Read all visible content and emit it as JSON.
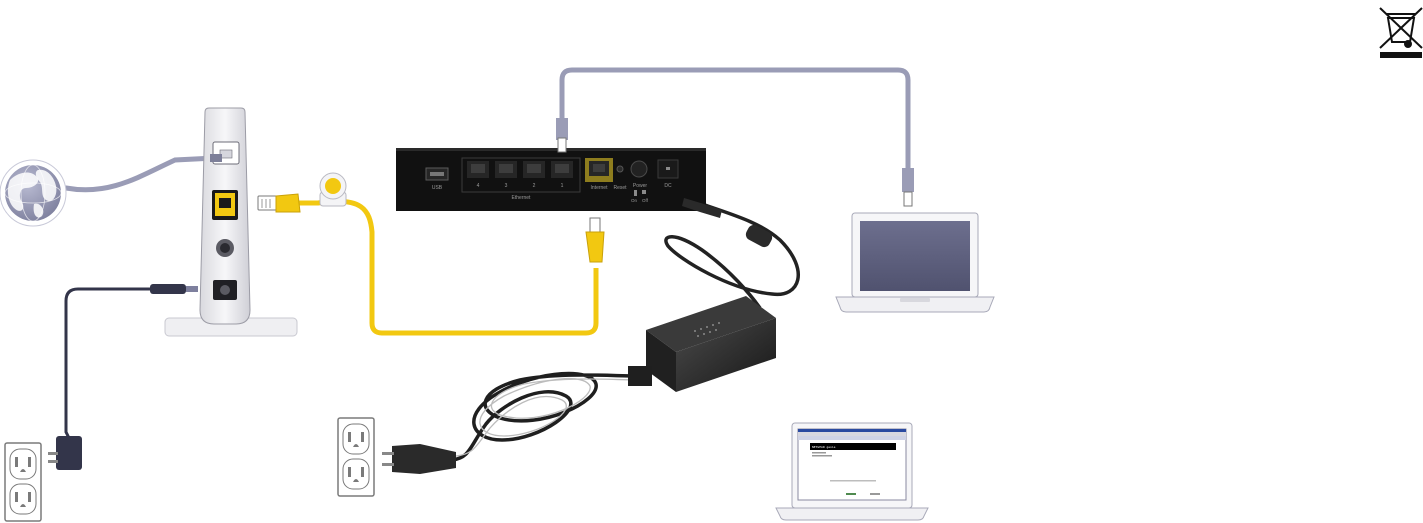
{
  "router": {
    "port_labels": {
      "usb": "USB",
      "lan": [
        "4",
        "3",
        "2",
        "1"
      ],
      "ethernet": "Ethernet",
      "internet": "Internet",
      "reset": "Reset",
      "power": "Power",
      "on": "On",
      "off": "Off",
      "dc": "DC"
    }
  },
  "laptop_screen": {
    "brand": "NETGEAR genie"
  },
  "colors": {
    "cable_yellow": "#f2c811",
    "cable_gray": "#9a9cb6",
    "cable_dark": "#33354a",
    "router_body": "#111111",
    "globe": "#8e90ab"
  },
  "icons": [
    "globe-icon",
    "weee-recycle-bin-icon",
    "power-outlet-icon"
  ]
}
